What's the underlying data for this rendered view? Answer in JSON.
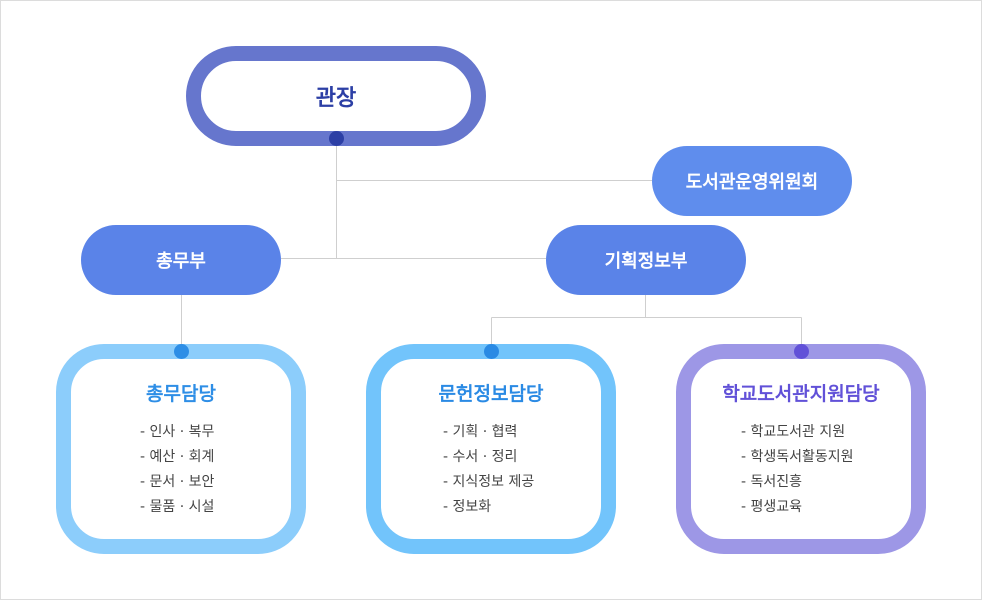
{
  "org_chart": {
    "director": {
      "label": "관장"
    },
    "committee": {
      "label": "도서관운영위원회"
    },
    "departments": [
      {
        "label": "총무부"
      },
      {
        "label": "기획정보부"
      }
    ],
    "teams": [
      {
        "title": "총무담당",
        "items": [
          "- 인사 · 복무",
          "- 예산 · 회계",
          "- 문서 · 보안",
          "- 물품 · 시설"
        ]
      },
      {
        "title": "문헌정보담당",
        "items": [
          "- 기획 · 협력",
          "- 수서 · 정리",
          "- 지식정보 제공",
          "- 정보화"
        ]
      },
      {
        "title": "학교도서관지원담당",
        "items": [
          "- 학교도서관 지원",
          "- 학생독서활동지원",
          "- 독서진흥",
          "- 평생교육"
        ]
      }
    ]
  },
  "colors": {
    "director_border": "#6676cd",
    "director_text": "#2c3fa5",
    "committee_fill": "#5f8ded",
    "department_fill": "#5a83e8",
    "team1_border": "#8ccdfb",
    "team2_border": "#72c4fb",
    "team3_border": "#9d97e6",
    "connector_line": "#cfcfcf"
  }
}
